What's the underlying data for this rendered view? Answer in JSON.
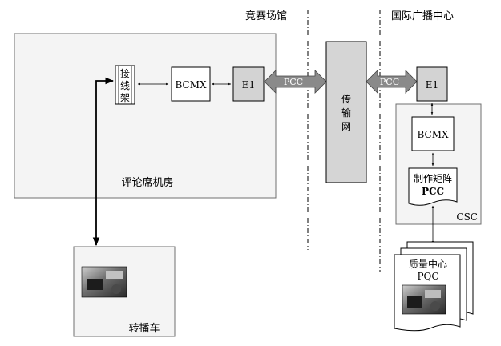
{
  "zones": {
    "venue": "竞赛场馆",
    "ibc": "国际广播中心"
  },
  "boxes": {
    "commentary_room": "评论席机房",
    "patch_panel": [
      "接",
      "线",
      "架"
    ],
    "bcmx_left": "BCMX",
    "e1_left": "E1",
    "network": [
      "传",
      "输",
      "网"
    ],
    "e1_right": "E1",
    "bcmx_right": "BCMX",
    "matrix_line1": "制作矩阵",
    "matrix_line2": "PCC",
    "csc": "CSC",
    "ob_van": "转播车",
    "pqc_line1": "质量中心",
    "pqc_line2": "PQC"
  },
  "links": {
    "pcc_left": "PCC",
    "pcc_right": "PCC"
  },
  "colors": {
    "room_fill": "#f4f4f4",
    "grey_box": "#d3d3d3",
    "arrow_fill": "#8a8a8a",
    "network_fill": "#d5d5d5"
  }
}
